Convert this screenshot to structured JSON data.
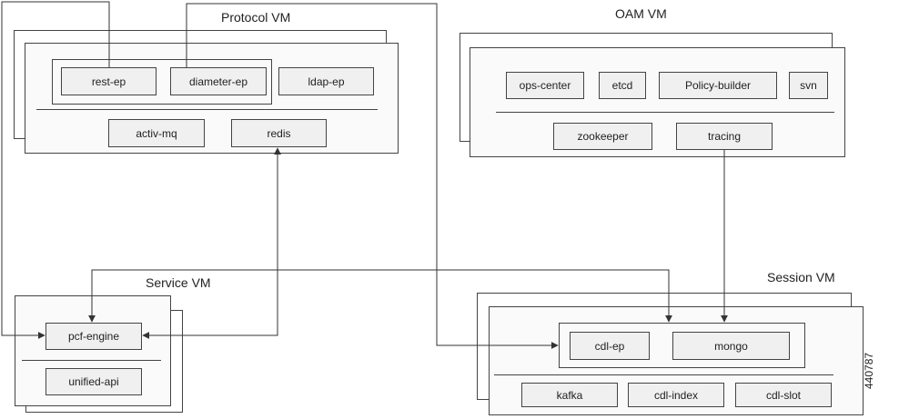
{
  "vms": {
    "protocol": {
      "title": "Protocol VM",
      "services": {
        "rest_ep": "rest-ep",
        "diameter_ep": "diameter-ep",
        "ldap_ep": "ldap-ep",
        "activ_mq": "activ-mq",
        "redis": "redis"
      }
    },
    "oam": {
      "title": "OAM VM",
      "services": {
        "ops_center": "ops-center",
        "etcd": "etcd",
        "policy_builder": "Policy-builder",
        "svn": "svn",
        "zookeeper": "zookeeper",
        "tracing": "tracing"
      }
    },
    "service": {
      "title": "Service VM",
      "services": {
        "pcf_engine": "pcf-engine",
        "unified_api": "unified-api"
      }
    },
    "session": {
      "title": "Session VM",
      "services": {
        "cdl_ep": "cdl-ep",
        "mongo": "mongo",
        "kafka": "kafka",
        "cdl_index": "cdl-index",
        "cdl_slot": "cdl-slot"
      }
    }
  },
  "connections": [
    {
      "from": "rest-ep",
      "to": "pcf-engine"
    },
    {
      "from": "diameter-ep",
      "to": "cdl-ep"
    },
    {
      "from": "pcf-engine",
      "to": "redis"
    },
    {
      "from": "pcf-engine",
      "to": "cdl-ep"
    },
    {
      "from": "tracing",
      "to": "mongo"
    }
  ],
  "figure_id": "440787"
}
